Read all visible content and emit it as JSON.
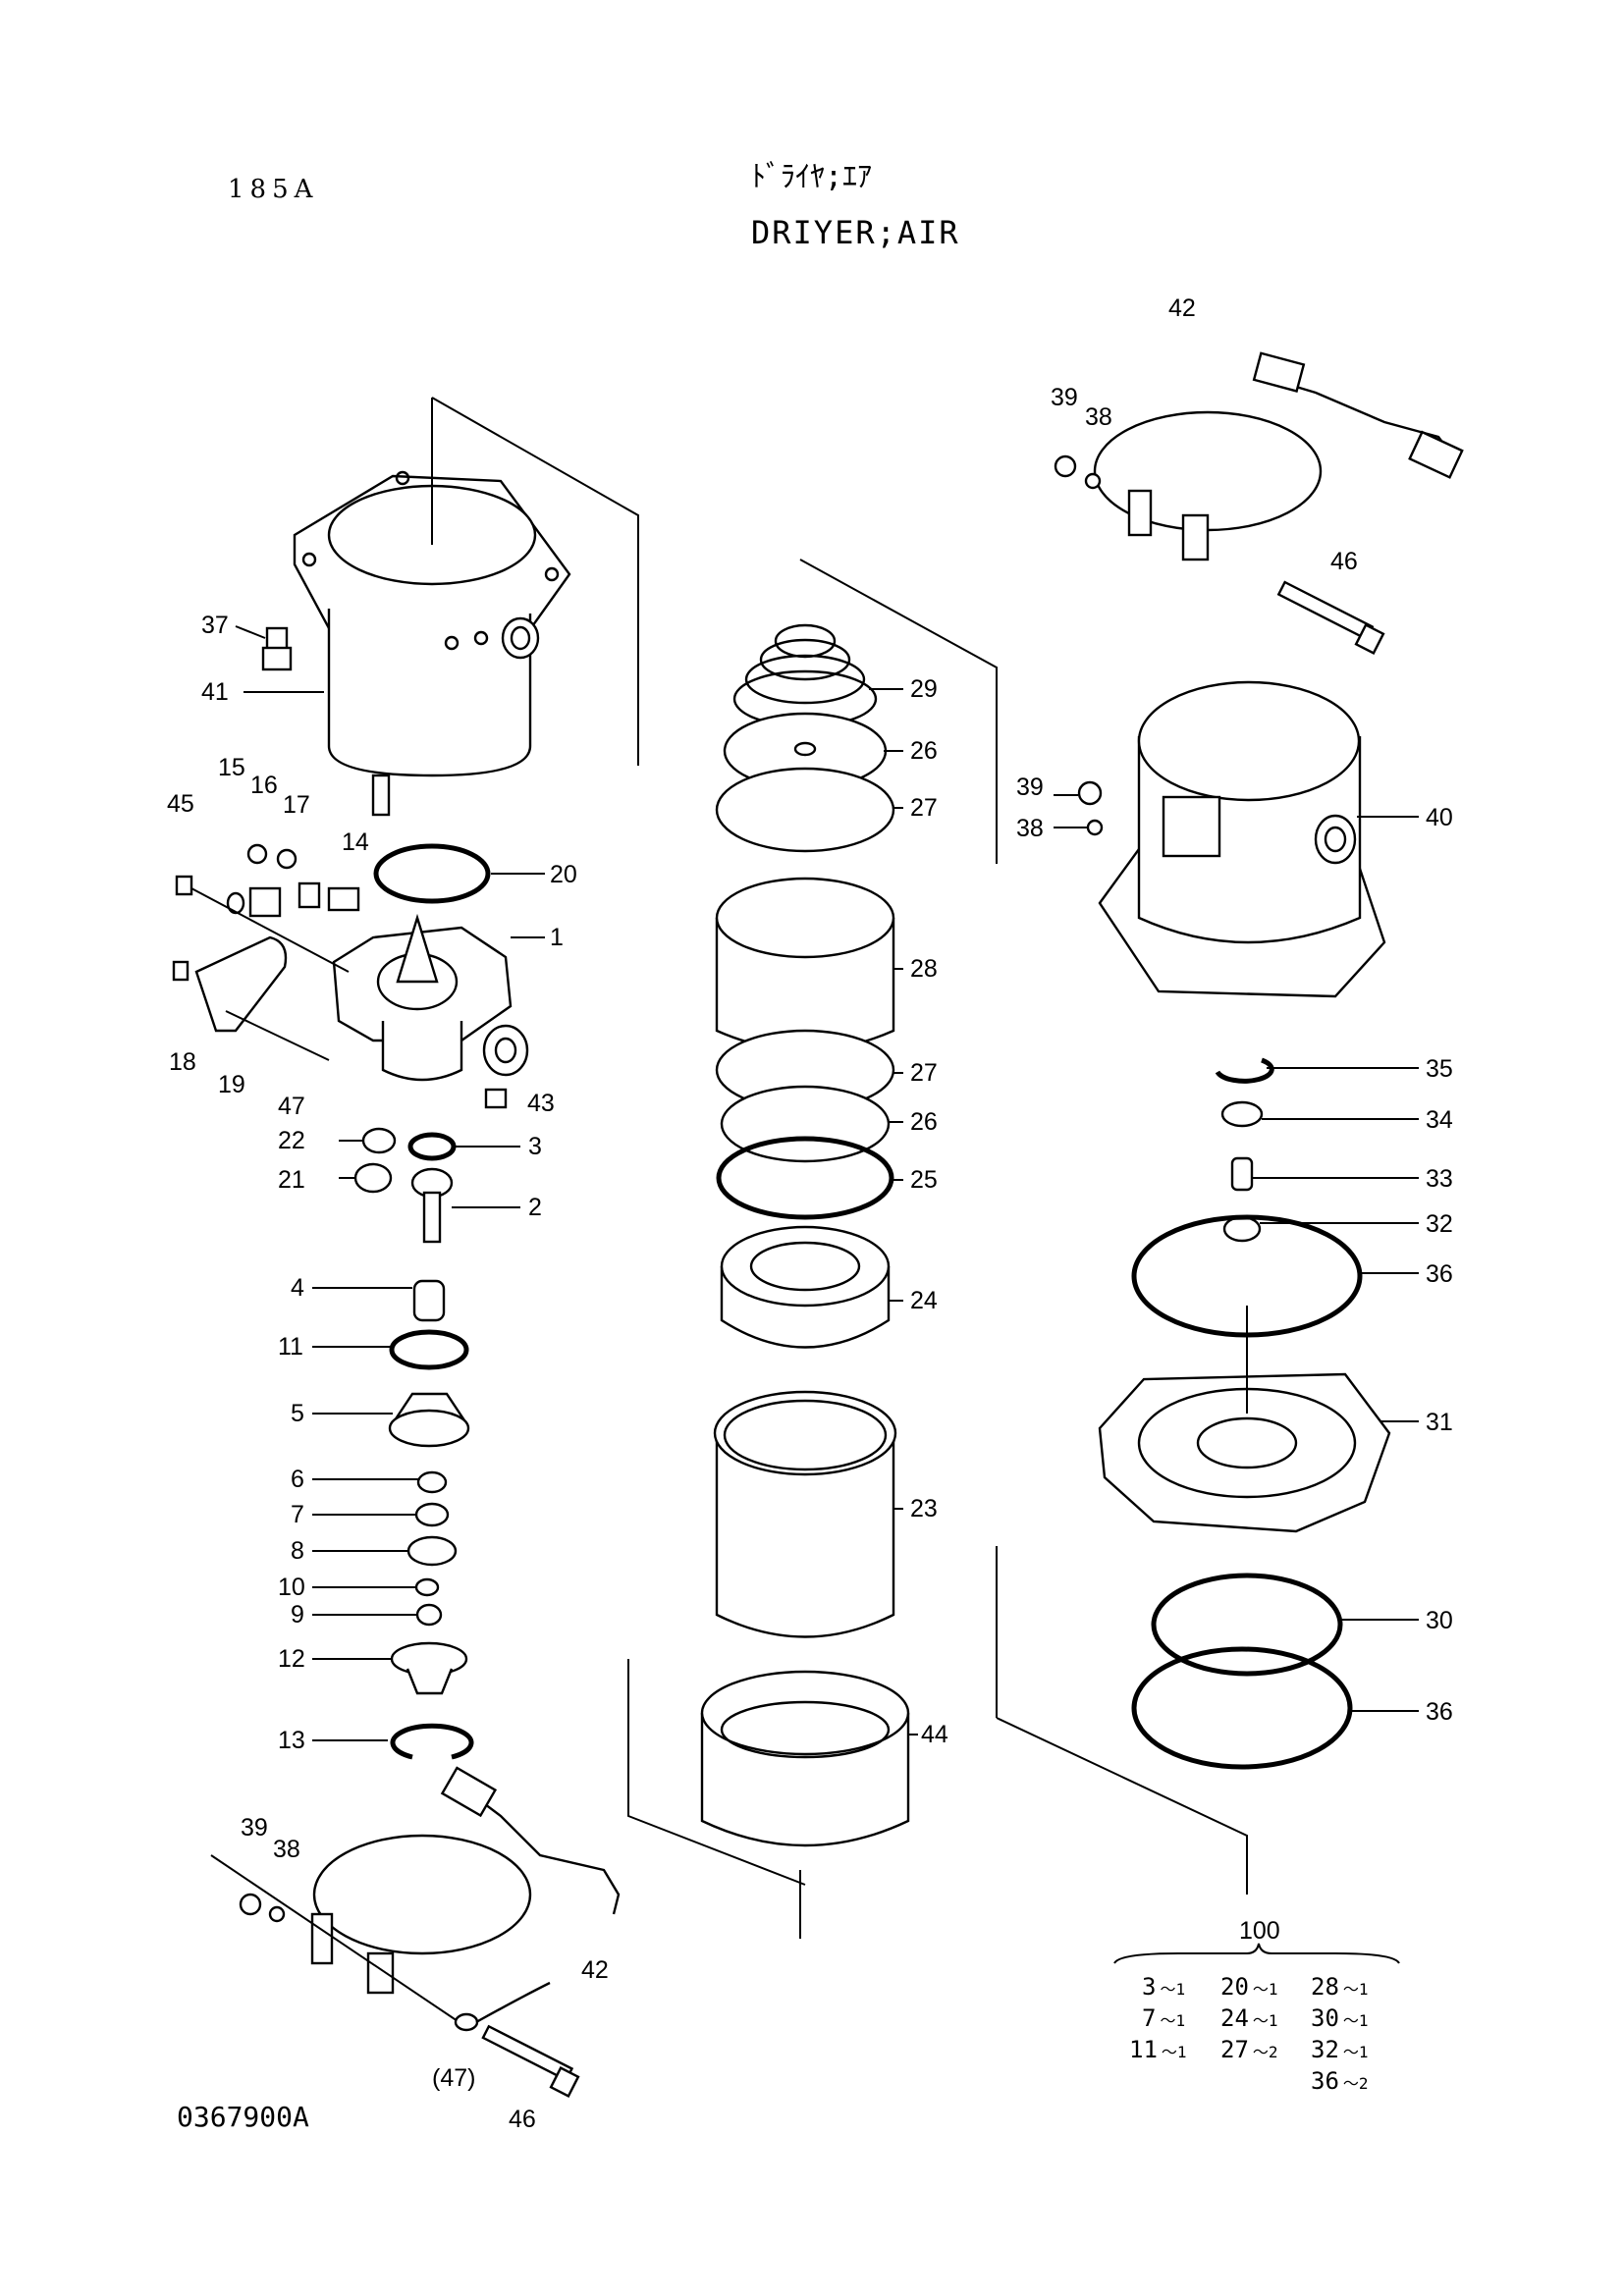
{
  "header": {
    "page_code": "185A",
    "title_jp": "ﾄﾞﾗｲﾔ;ｴｱ",
    "title_en": "DRIYER;AIR"
  },
  "footer": {
    "drawing_number": "0367900A"
  },
  "callouts": {
    "c1": "1",
    "c2": "2",
    "c3": "3",
    "c4": "4",
    "c5": "5",
    "c6": "6",
    "c7": "7",
    "c8": "8",
    "c9": "9",
    "c10": "10",
    "c11": "11",
    "c12": "12",
    "c13": "13",
    "c14": "14",
    "c15": "15",
    "c16": "16",
    "c17": "17",
    "c18": "18",
    "c19": "19",
    "c20": "20",
    "c21": "21",
    "c22": "22",
    "c23": "23",
    "c24": "24",
    "c25": "25",
    "c26a": "26",
    "c26b": "26",
    "c27a": "27",
    "c27b": "27",
    "c28": "28",
    "c29": "29",
    "c30": "30",
    "c31": "31",
    "c32": "32",
    "c33": "33",
    "c34": "34",
    "c35": "35",
    "c36a": "36",
    "c36b": "36",
    "c37": "37",
    "c38a": "38",
    "c38b": "38",
    "c38c": "38",
    "c39a": "39",
    "c39b": "39",
    "c39c": "39",
    "c40": "40",
    "c41": "41",
    "c42a": "42",
    "c42b": "42",
    "c43": "43",
    "c44": "44",
    "c45": "45",
    "c46a": "46",
    "c46b": "46",
    "c47": "47",
    "c47p": "(47)"
  },
  "kit": {
    "assembly_no": "100",
    "items": [
      {
        "part": "3",
        "qty": "～1"
      },
      {
        "part": "20",
        "qty": "～1"
      },
      {
        "part": "28",
        "qty": "～1"
      },
      {
        "part": "7",
        "qty": "～1"
      },
      {
        "part": "24",
        "qty": "～1"
      },
      {
        "part": "30",
        "qty": "～1"
      },
      {
        "part": "11",
        "qty": "～1"
      },
      {
        "part": "27",
        "qty": "～2"
      },
      {
        "part": "32",
        "qty": "～1"
      },
      {
        "part": "36",
        "qty": "～2"
      }
    ]
  }
}
